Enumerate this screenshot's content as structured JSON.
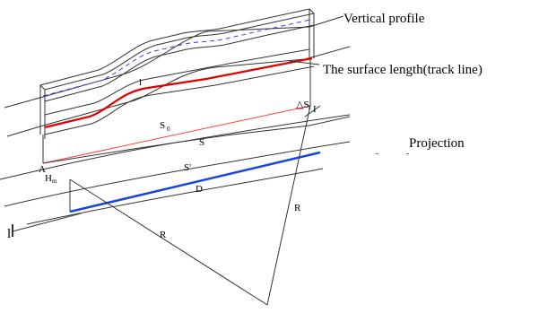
{
  "title": "Vertical profile",
  "labels": {
    "surface_length": "The surface length(track line)",
    "projection": "Projection",
    "projection_cut": "Length",
    "s0": "S",
    "s0_sub": "0",
    "s": "S",
    "s_prime": "S'",
    "d": "D",
    "r_left": "R",
    "r_right": "R",
    "l_curve": "l",
    "l_left": "l",
    "a": "A",
    "h": "H",
    "h_sub": "m",
    "delta_s": "△S",
    "delta_sub": "1",
    "b": "I"
  },
  "colors": {
    "track_line": "#e00000",
    "d_line": "#1a44e0",
    "s0_line": "#ff4040",
    "dashed_center": "#3a3aff",
    "stroke": "#333333"
  }
}
